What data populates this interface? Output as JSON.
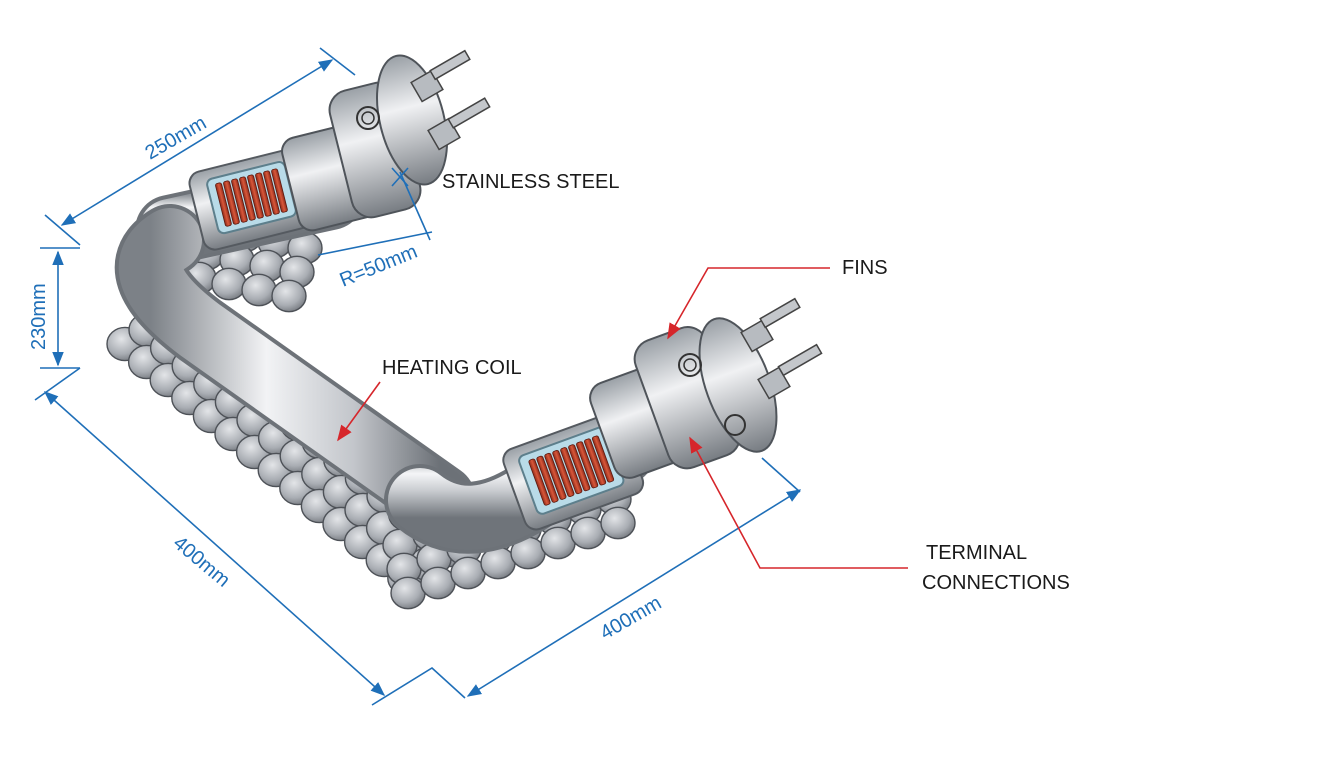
{
  "colors": {
    "dimension_line": "#1f6fb8",
    "leader_line": "#d6262b",
    "steel_light": "#f2f3f5",
    "steel_dark": "#8a8e94",
    "coil_copper": "#c2452e",
    "label_text": "#1a1a1a"
  },
  "labels": {
    "stainless_steel": "STAINLESS STEEL",
    "fins": "FINS",
    "heating_coil": "HEATING COIL",
    "terminal_line1": "TERMINAL",
    "terminal_line2": "CONNECTIONS"
  },
  "dimensions": {
    "top_length": "250mm",
    "height": "230mm",
    "left_length": "400mm",
    "bottom_length": "400mm",
    "bend_radius": "R=50mm"
  }
}
